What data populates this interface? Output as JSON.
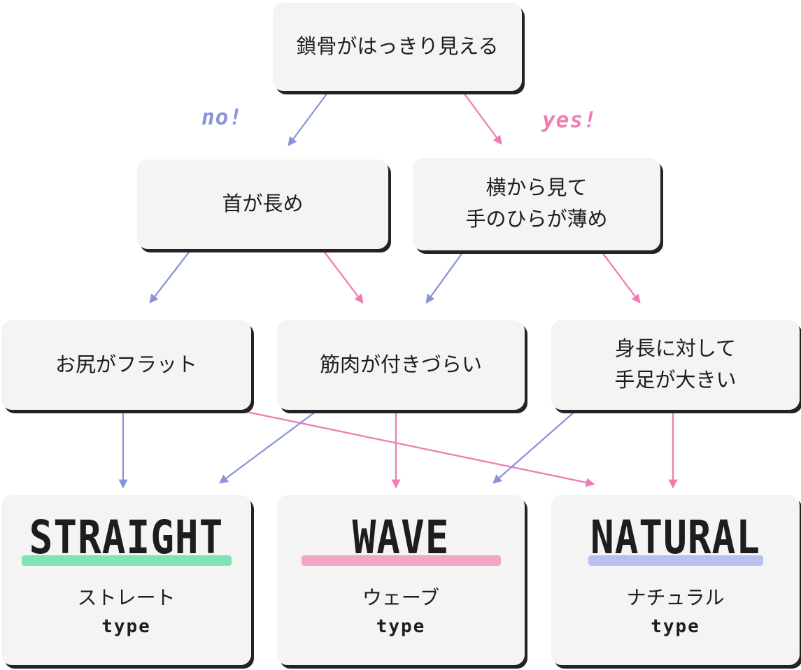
{
  "diagram": {
    "kind": "decision-tree",
    "nodes": {
      "collarbone": {
        "label": "鎖骨がはっきり見える"
      },
      "neck": {
        "label": "首が長め"
      },
      "palm": {
        "label": "横から見て\n手のひらが薄め"
      },
      "hip": {
        "label": "お尻がフラット"
      },
      "muscle": {
        "label": "筋肉が付きづらい"
      },
      "hands": {
        "label": "身長に対して\n手足が大きい"
      }
    },
    "edge_labels": {
      "no": "no!",
      "yes": "yes!"
    },
    "edges": [
      {
        "from": "collarbone",
        "to": "neck",
        "answer": "no"
      },
      {
        "from": "collarbone",
        "to": "palm",
        "answer": "yes"
      },
      {
        "from": "neck",
        "to": "hip",
        "answer": "no"
      },
      {
        "from": "neck",
        "to": "muscle",
        "answer": "yes"
      },
      {
        "from": "palm",
        "to": "muscle",
        "answer": "no"
      },
      {
        "from": "palm",
        "to": "hands",
        "answer": "yes"
      },
      {
        "from": "hip",
        "to": "straight",
        "answer": "no"
      },
      {
        "from": "hip",
        "to": "natural",
        "answer": "yes"
      },
      {
        "from": "muscle",
        "to": "straight",
        "answer": "no"
      },
      {
        "from": "muscle",
        "to": "wave",
        "answer": "yes"
      },
      {
        "from": "hands",
        "to": "wave",
        "answer": "no"
      },
      {
        "from": "hands",
        "to": "natural",
        "answer": "yes"
      }
    ],
    "results": {
      "straight": {
        "en": "STRAIGHT",
        "ja": "ストレート",
        "type_label": "type"
      },
      "wave": {
        "en": "WAVE",
        "ja": "ウェーブ",
        "type_label": "type"
      },
      "natural": {
        "en": "NATURAL",
        "ja": "ナチュラル",
        "type_label": "type"
      }
    }
  },
  "colors": {
    "edge-no": "#8a94da",
    "edge-yes": "#ef7db3",
    "hl-straight": "#7fe3b4",
    "hl-wave": "#f2a6c5",
    "hl-natural": "#b8c1ed",
    "box-bg": "#f4f4f5",
    "box-shadow": "#232326",
    "text": "#1d1d1f"
  }
}
